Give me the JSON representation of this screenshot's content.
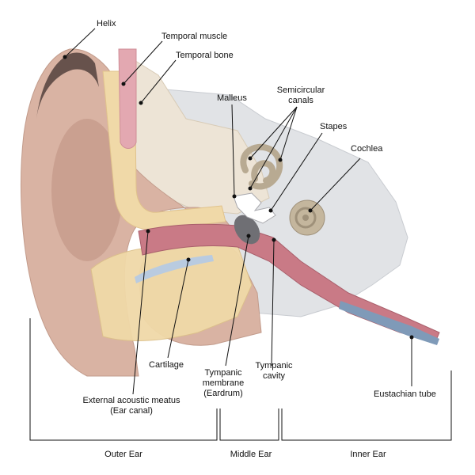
{
  "labels": {
    "helix": "Helix",
    "temporal_muscle": "Temporal muscle",
    "temporal_bone": "Temporal bone",
    "malleus": "Malleus",
    "semicircular_line1": "Semicircular",
    "semicircular_line2": "canals",
    "stapes": "Stapes",
    "cochlea": "Cochlea",
    "tympanic_membrane_line1": "Tympanic",
    "tympanic_membrane_line2": "membrane",
    "tympanic_membrane_line3": "(Eardrum)",
    "tympanic_cavity_line1": "Tympanic",
    "tympanic_cavity_line2": "cavity",
    "cartilage": "Cartilage",
    "external_meatus_line1": "External acoustic meatus",
    "external_meatus_line2": "(Ear canal)",
    "eustachian_tube": "Eustachian tube"
  },
  "regions": {
    "outer_ear": "Outer Ear",
    "middle_ear": "Middle Ear",
    "inner_ear": "Inner Ear"
  },
  "colors": {
    "skin": "#d9b3a3",
    "skin_shadow": "#b88a7a",
    "cartilage": "#f0d9a8",
    "muscle": "#e3a8b1",
    "bone": "#ede4d6",
    "gray_tissue": "#e1e3e6",
    "canal_pink": "#c97a86",
    "ossicles": "#b8aa92",
    "tube_blue": "#7f9ab8"
  }
}
